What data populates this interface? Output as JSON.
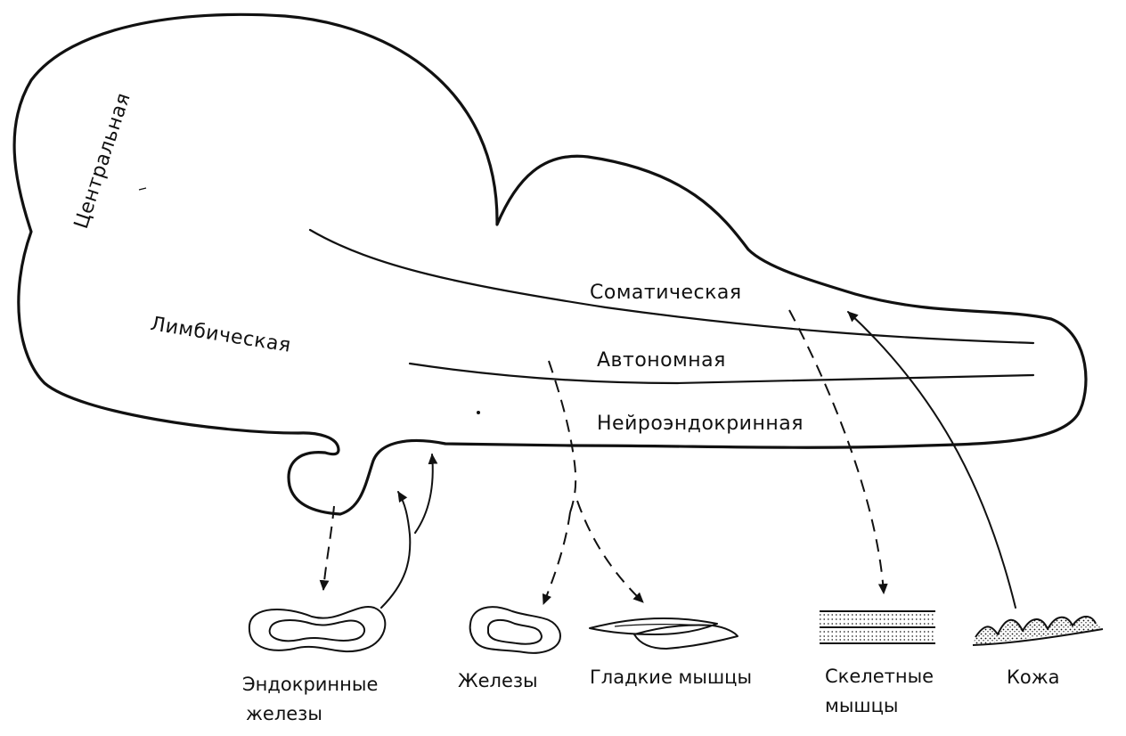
{
  "regions": {
    "central": "Центральная",
    "limbic": "Лимбическая"
  },
  "systems": {
    "somatic": "Соматическая",
    "autonomic": "Автономная",
    "neuroendocrine": "Нейроэндокринная"
  },
  "targets": {
    "endocrine_line1": "Эндокринные",
    "endocrine_line2": "железы",
    "glands": "Железы",
    "smooth_muscles": "Гладкие мышцы",
    "skeletal_line1": "Скелетные",
    "skeletal_line2": "мышцы",
    "skin": "Кожа"
  }
}
